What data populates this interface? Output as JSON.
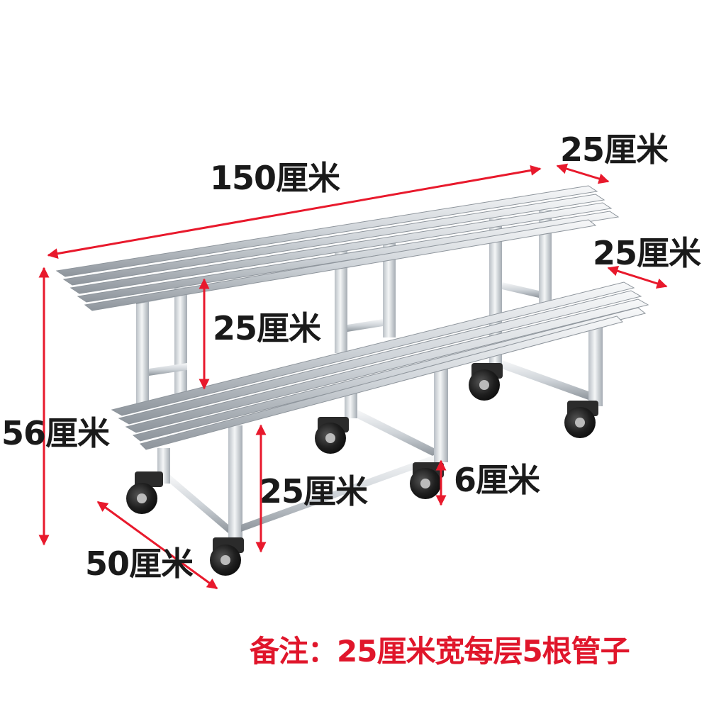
{
  "labels": {
    "length": "150厘米",
    "top_depth": "25厘米",
    "lower_depth": "25厘米",
    "tier_gap": "25厘米",
    "total_height": "56厘米",
    "lower_height": "25厘米",
    "wheel_height": "6厘米",
    "base_depth": "50厘米"
  },
  "note": "备注：25厘米宽每层5根管子",
  "colors": {
    "dimension_line": "#e8192c",
    "note_text": "#e0162b",
    "steel_light": "#e9ecef",
    "steel_dark": "#9aa1a8",
    "wheel": "#1c1c1c"
  }
}
